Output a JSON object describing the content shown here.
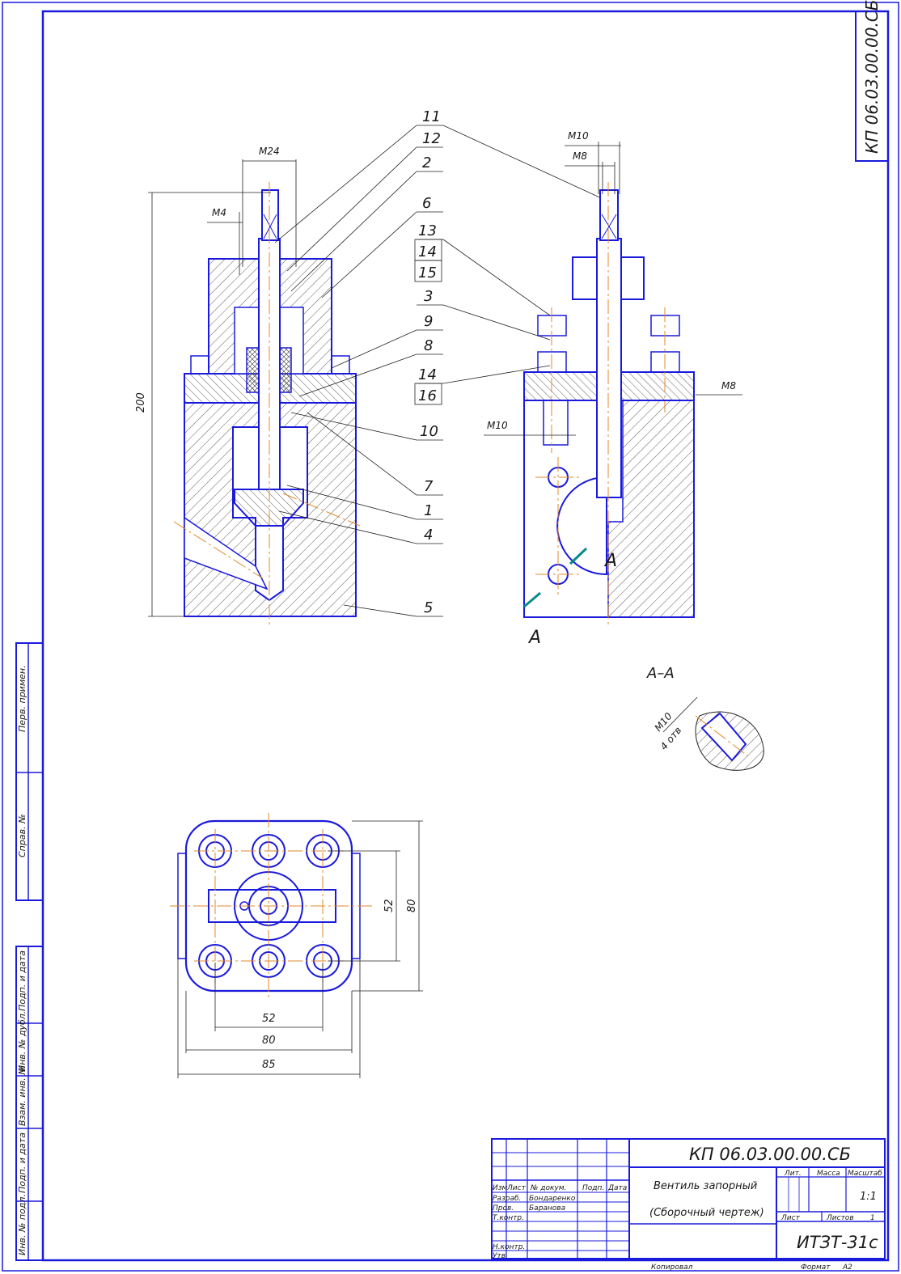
{
  "title_block": {
    "doc_code": "КП 06.03.00.00.СБ",
    "side_code": "КП 06.03.00.00.СБ",
    "name_line1": "Вентиль запорный",
    "name_line2": "(Сборочный чертеж)",
    "headers": {
      "izm": "Изм",
      "list": "Лист",
      "ndoc": "№ докум.",
      "podp": "Подп.",
      "data": "Дата"
    },
    "roles": [
      {
        "role": "Разраб.",
        "name": "Бондаренко"
      },
      {
        "role": "Пров.",
        "name": "Баранова"
      },
      {
        "role": "Т.контр.",
        "name": ""
      },
      {
        "role": "Н.контр.",
        "name": ""
      },
      {
        "role": "Утв.",
        "name": ""
      }
    ],
    "lit": "Лит.",
    "massa": "Масса",
    "masshtab": "Масштаб",
    "scale_value": "1:1",
    "sheet_label": "Лист",
    "sheets_label": "Листов",
    "sheets_value": "1",
    "group": "ИТЗТ-31с",
    "copied": "Копировал",
    "format_label": "Формат",
    "format_value": "А2"
  },
  "side_stamp": {
    "perv_primen": "Перв. примен.",
    "sprav": "Справ. №",
    "podp_data_1": "Подп. и дата",
    "inv_dubl": "Инв. № дубл.",
    "vzam_inv": "Взам. инв. №",
    "podp_data_2": "Подп. и дата",
    "inv_podl": "Инв. № подл."
  },
  "dimensions": {
    "m24": "М24",
    "m4": "М4",
    "h200": "200",
    "m10_top": "М10",
    "m8_top": "М8",
    "m8_right": "М8",
    "m10_left": "М10",
    "plan_52_v": "52",
    "plan_80_v": "80",
    "plan_52_h": "52",
    "plan_80_h": "80",
    "plan_85_h": "85",
    "section_thread": "М10",
    "section_count": "4 отв"
  },
  "section": {
    "title": "А–А",
    "mark_a1": "А",
    "mark_a2": "А"
  },
  "callouts": [
    "11",
    "12",
    "2",
    "6",
    "13",
    "14",
    "15",
    "3",
    "9",
    "8",
    "14",
    "16",
    "10",
    "7",
    "1",
    "4",
    "5"
  ],
  "colors": {
    "outline": "#1a1adc",
    "axis": "#e08a2a",
    "cut": "#0a8a8a",
    "frame": "#1a1adc"
  }
}
